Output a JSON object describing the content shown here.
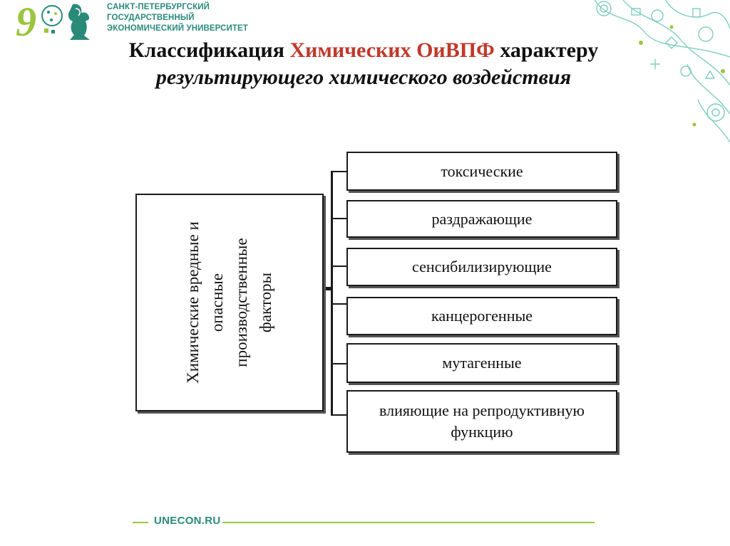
{
  "logo": {
    "anniversary": "9",
    "university_lines": [
      "САНКТ-ПЕТЕРБУРГСКИЙ",
      "ГОСУДАРСТВЕННЫЙ",
      "ЭКОНОМИЧЕСКИЙ УНИВЕРСИТЕТ"
    ]
  },
  "title": {
    "line1_part1": "Классификация ",
    "line1_accent": "Химических ОиВПФ",
    "line1_part2": " характеру",
    "line2": "результирующего химического воздействия"
  },
  "diagram": {
    "root_label": "Химические вредные и\nопасные\nпроизводственные\nфакторы",
    "categories": [
      "токсические",
      "раздражающие",
      "сенсибилизирующие",
      "канцерогенные",
      "мутагенные",
      "влияющие на репродуктивную функцию"
    ]
  },
  "footer": {
    "url": "UNECON.RU"
  },
  "colors": {
    "accent_red": "#c0392b",
    "brand_teal": "#2a8a7a",
    "brand_green": "#9bc53d"
  },
  "icons": [
    "anniversary-logo-icon",
    "griffin-logo-icon",
    "decorative-pattern"
  ]
}
